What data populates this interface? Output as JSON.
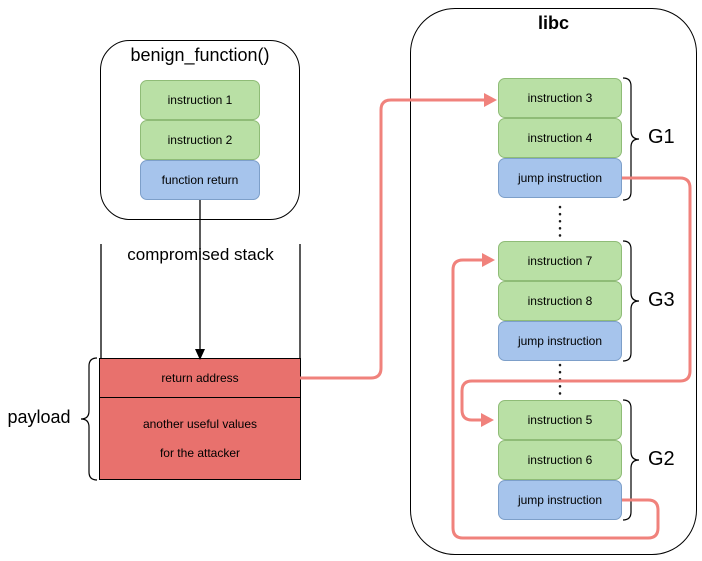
{
  "benign": {
    "title": "benign_function()",
    "nodes": [
      "instruction 1",
      "instruction 2",
      "function return"
    ]
  },
  "stack": {
    "title": "compromised stack",
    "return_address_label": "return address",
    "values_line1": "another useful values",
    "values_line2": "for the attacker"
  },
  "payload": {
    "label": "payload"
  },
  "libc": {
    "title": "libc",
    "gadgets": [
      {
        "label": "G1",
        "rows": [
          "instruction 3",
          "instruction 4",
          "jump instruction"
        ]
      },
      {
        "label": "G3",
        "rows": [
          "instruction 7",
          "instruction 8",
          "jump instruction"
        ]
      },
      {
        "label": "G2",
        "rows": [
          "instruction 5",
          "instruction 6",
          "jump instruction"
        ]
      }
    ]
  },
  "colors": {
    "green_fill": "#b9e0a5",
    "green_stroke": "#8fbc77",
    "blue_fill": "#a6c4ec",
    "blue_stroke": "#7d9fc9",
    "red_fill": "#e8716d",
    "arrow_red": "#f0827c",
    "line_black": "#000000"
  }
}
